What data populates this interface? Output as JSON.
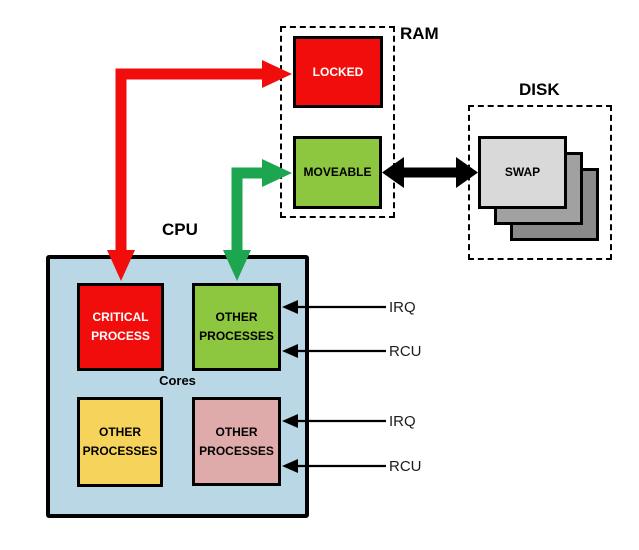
{
  "colors": {
    "red": "#f20d0d",
    "green_box": "#8dc63f",
    "green_arrow": "#1ea550",
    "cpu_fill": "#b9d7e4",
    "yellow_box": "#f6d45c",
    "pink_box": "#dfaaaa",
    "swap_front": "#d9d9d9",
    "swap_middle": "#a1a1a1",
    "swap_back": "#8a8a8a",
    "line_black": "#000000"
  },
  "ram": {
    "label": "RAM",
    "boxes": [
      {
        "label": "LOCKED"
      },
      {
        "label": "MOVEABLE"
      }
    ]
  },
  "disk": {
    "label": "DISK",
    "swap_label": "SWAP"
  },
  "cpu": {
    "label": "CPU",
    "cores_label": "Cores",
    "processes": [
      {
        "label": "CRITICAL PROCESS",
        "color_key": "red"
      },
      {
        "label": "OTHER PROCESSES",
        "color_key": "green_box"
      },
      {
        "label": "OTHER PROCESSES",
        "color_key": "yellow_box"
      },
      {
        "label": "OTHER PROCESSES",
        "color_key": "pink_box"
      }
    ]
  },
  "signal_labels": [
    {
      "label": "IRQ"
    },
    {
      "label": "RCU"
    },
    {
      "label": "IRQ"
    },
    {
      "label": "RCU"
    }
  ]
}
